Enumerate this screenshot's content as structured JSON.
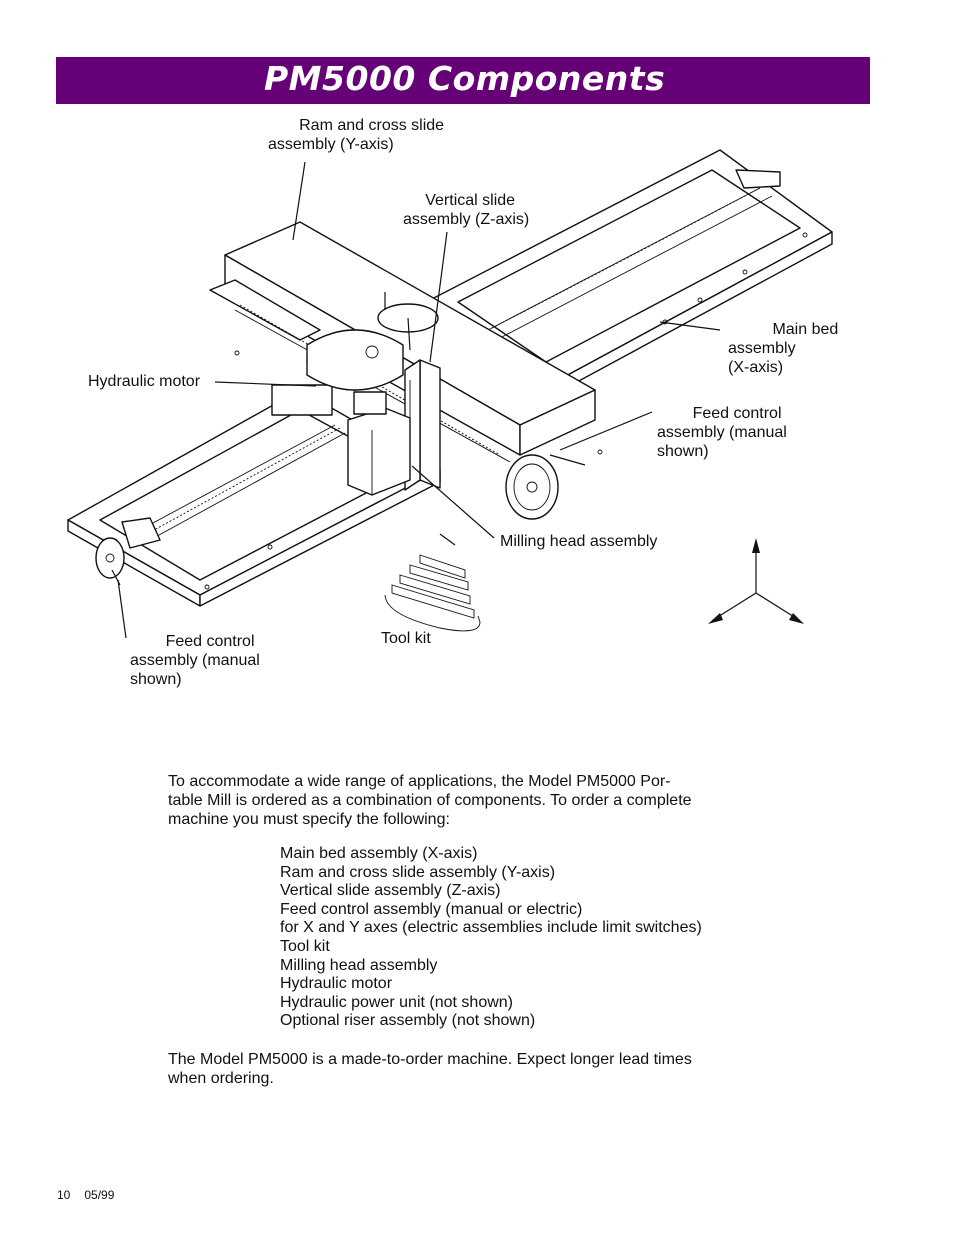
{
  "header": {
    "title": "PM5000 Components",
    "banner_color": "#660077"
  },
  "diagram": {
    "callouts": {
      "ram": "       Ram and cross slide\nassembly (Y-axis)",
      "vertical": "     Vertical slide\nassembly (Z-axis)",
      "main_bed": "          Main bed\nassembly\n(X-axis)",
      "hydraulic": "Hydraulic motor",
      "feed_right": "        Feed control\nassembly (manual\nshown)",
      "milling": "Milling head assembly",
      "feed_left": "        Feed control\nassembly (manual\nshown)",
      "tool_kit": "Tool kit"
    },
    "axis_indicator_icon": "xyz-axes-icon"
  },
  "body": {
    "intro": "To accommodate a wide range of applications, the Model PM5000 Por-\ntable Mill is ordered as a combination of components. To order a complete\nmachine you must specify the following:",
    "components": [
      "Main bed assembly (X-axis)",
      "Ram and cross slide assembly (Y-axis)",
      "Vertical slide assembly (Z-axis)",
      "Feed control assembly (manual or electric)",
      "for X and Y axes (electric assemblies include limit switches)",
      "Tool kit",
      "Milling head assembly",
      "Hydraulic motor",
      "Hydraulic power unit (not shown)",
      "Optional riser assembly (not shown)"
    ],
    "note": "The Model PM5000 is a made-to-order machine. Expect longer lead times\nwhen ordering."
  },
  "footer": {
    "page": "10",
    "date": "05/99"
  }
}
